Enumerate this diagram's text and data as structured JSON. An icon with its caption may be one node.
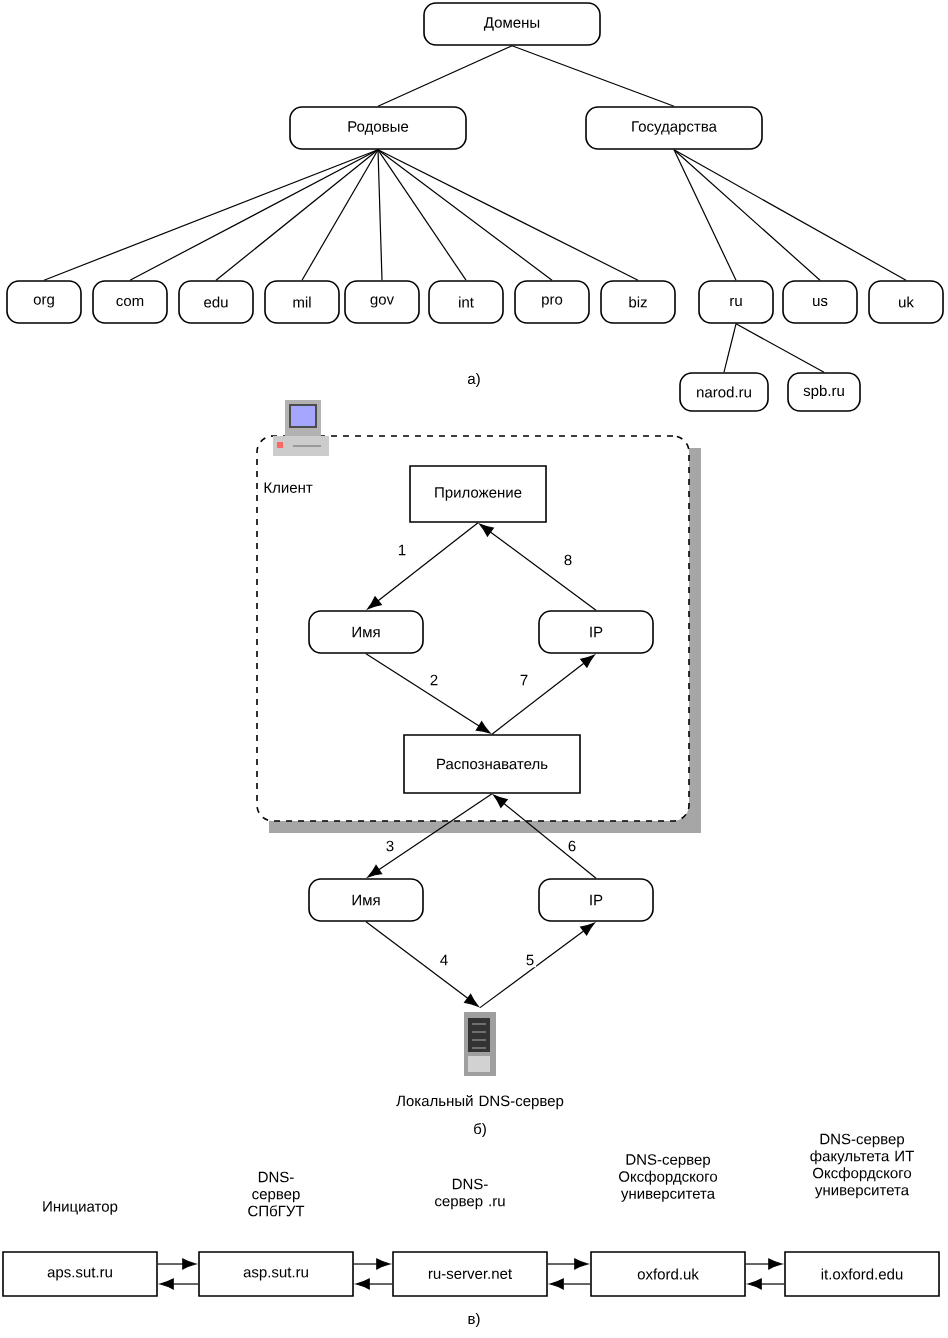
{
  "diagram": {
    "nodes": [
      {
        "text": [
          "Домены"
        ]
      },
      {
        "text": [
          "Родовые"
        ]
      },
      {
        "text": [
          "Государства"
        ]
      },
      {
        "text": [
          "org"
        ]
      },
      {
        "text": [
          "com"
        ]
      },
      {
        "text": [
          "edu"
        ]
      },
      {
        "text": [
          "mil"
        ]
      },
      {
        "text": [
          "gov"
        ]
      },
      {
        "text": [
          "int"
        ]
      },
      {
        "text": [
          "pro"
        ]
      },
      {
        "text": [
          "biz"
        ]
      },
      {
        "text": [
          "ru"
        ]
      },
      {
        "text": [
          "us"
        ]
      },
      {
        "text": [
          "uk"
        ]
      },
      {
        "text": [
          "narod.ru"
        ]
      },
      {
        "text": [
          "spb.ru"
        ]
      },
      {
        "text": [
          "Клиент"
        ]
      },
      {
        "text": [
          "Приложение"
        ],
        "in": 16
      },
      {
        "text": [
          "Имя"
        ],
        "in": 16
      },
      {
        "text": [
          "IP"
        ],
        "in": 16
      },
      {
        "text": [
          "Распознаватель"
        ],
        "in": 16
      },
      {
        "text": [
          "Имя"
        ]
      },
      {
        "text": [
          "IP"
        ]
      },
      {
        "text": [],
        "shape": "picture",
        "beside": [
          "Локальный DNS-сервер"
        ]
      },
      {
        "text": [
          "aps.sut.ru"
        ],
        "beside": [
          "Инициатор"
        ]
      },
      {
        "text": [
          "asp.sut.ru"
        ],
        "beside": [
          "DNS- сервер СПбГУТ"
        ]
      },
      {
        "text": [
          "ru-server.net"
        ],
        "beside": [
          "DNS- сервер .ru"
        ]
      },
      {
        "text": [
          "oxford.uk"
        ],
        "beside": [
          "DNS-сервер Оксфордского университета"
        ]
      },
      {
        "text": [
          "it.oxford.edu"
        ],
        "beside": [
          "DNS-сервер факультета ИТ Оксфордского университета"
        ]
      }
    ],
    "edges": [
      {
        "from": 0,
        "to": 1,
        "arrow": "none"
      },
      {
        "from": 0,
        "to": 2,
        "arrow": "none"
      },
      {
        "from": 1,
        "to": 3,
        "arrow": "none"
      },
      {
        "from": 1,
        "to": 4,
        "arrow": "none"
      },
      {
        "from": 1,
        "to": 5,
        "arrow": "none"
      },
      {
        "from": 1,
        "to": 6,
        "arrow": "none"
      },
      {
        "from": 1,
        "to": 7,
        "arrow": "none"
      },
      {
        "from": 1,
        "to": 8,
        "arrow": "none"
      },
      {
        "from": 1,
        "to": 9,
        "arrow": "none"
      },
      {
        "from": 1,
        "to": 10,
        "arrow": "none"
      },
      {
        "from": 2,
        "to": 11,
        "arrow": "none"
      },
      {
        "from": 2,
        "to": 12,
        "arrow": "none"
      },
      {
        "from": 2,
        "to": 13,
        "arrow": "none"
      },
      {
        "from": 11,
        "to": 14,
        "arrow": "none"
      },
      {
        "from": 11,
        "to": 15,
        "arrow": "none"
      },
      {
        "from": 17,
        "to": 18,
        "arrow": "to",
        "label": "1"
      },
      {
        "from": 18,
        "to": 20,
        "arrow": "to",
        "label": "2"
      },
      {
        "from": 20,
        "to": 19,
        "arrow": "to",
        "label": "7"
      },
      {
        "from": 19,
        "to": 17,
        "arrow": "to",
        "label": "8"
      },
      {
        "from": 20,
        "to": 21,
        "arrow": "to",
        "label": "3"
      },
      {
        "from": 21,
        "to": 23,
        "arrow": "to",
        "label": "4"
      },
      {
        "from": 23,
        "to": 22,
        "arrow": "to",
        "label": "5"
      },
      {
        "from": 22,
        "to": 20,
        "arrow": "to",
        "label": "6"
      },
      {
        "from": 24,
        "to": 25,
        "arrow": "to"
      },
      {
        "from": 25,
        "to": 24,
        "arrow": "to"
      },
      {
        "from": 25,
        "to": 26,
        "arrow": "to"
      },
      {
        "from": 26,
        "to": 25,
        "arrow": "to"
      },
      {
        "from": 26,
        "to": 27,
        "arrow": "to"
      },
      {
        "from": 27,
        "to": 26,
        "arrow": "to"
      },
      {
        "from": 27,
        "to": 28,
        "arrow": "to"
      },
      {
        "from": 28,
        "to": 27,
        "arrow": "to"
      }
    ],
    "labels": [
      "а)",
      "б)",
      "в)"
    ]
  }
}
